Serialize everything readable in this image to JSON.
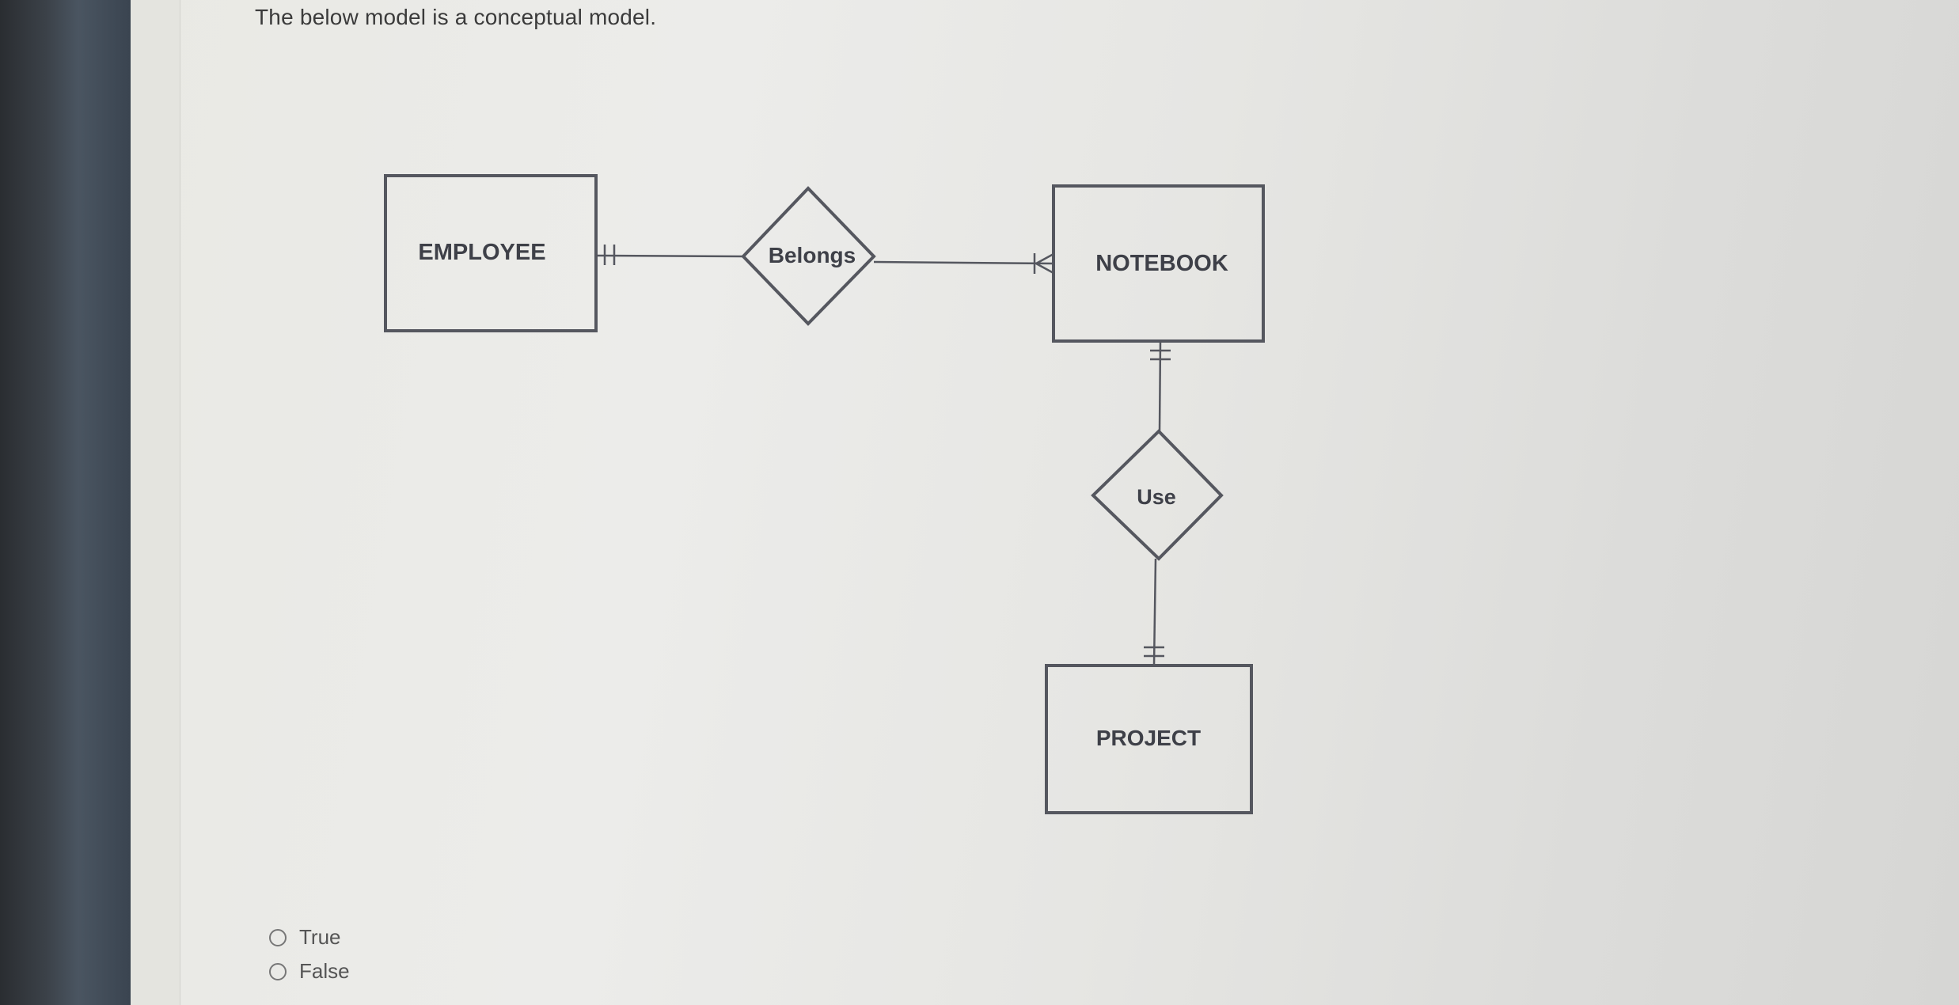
{
  "question": {
    "text": "The below model is a conceptual model."
  },
  "diagram": {
    "entities": {
      "employee": "EMPLOYEE",
      "notebook": "NOTEBOOK",
      "project": "PROJECT"
    },
    "relationships": {
      "belongs": "Belongs",
      "use": "Use"
    },
    "notation": "crow's foot",
    "line_color": "#55575f"
  },
  "options": [
    {
      "label": "True",
      "selected": false
    },
    {
      "label": "False",
      "selected": false
    }
  ]
}
